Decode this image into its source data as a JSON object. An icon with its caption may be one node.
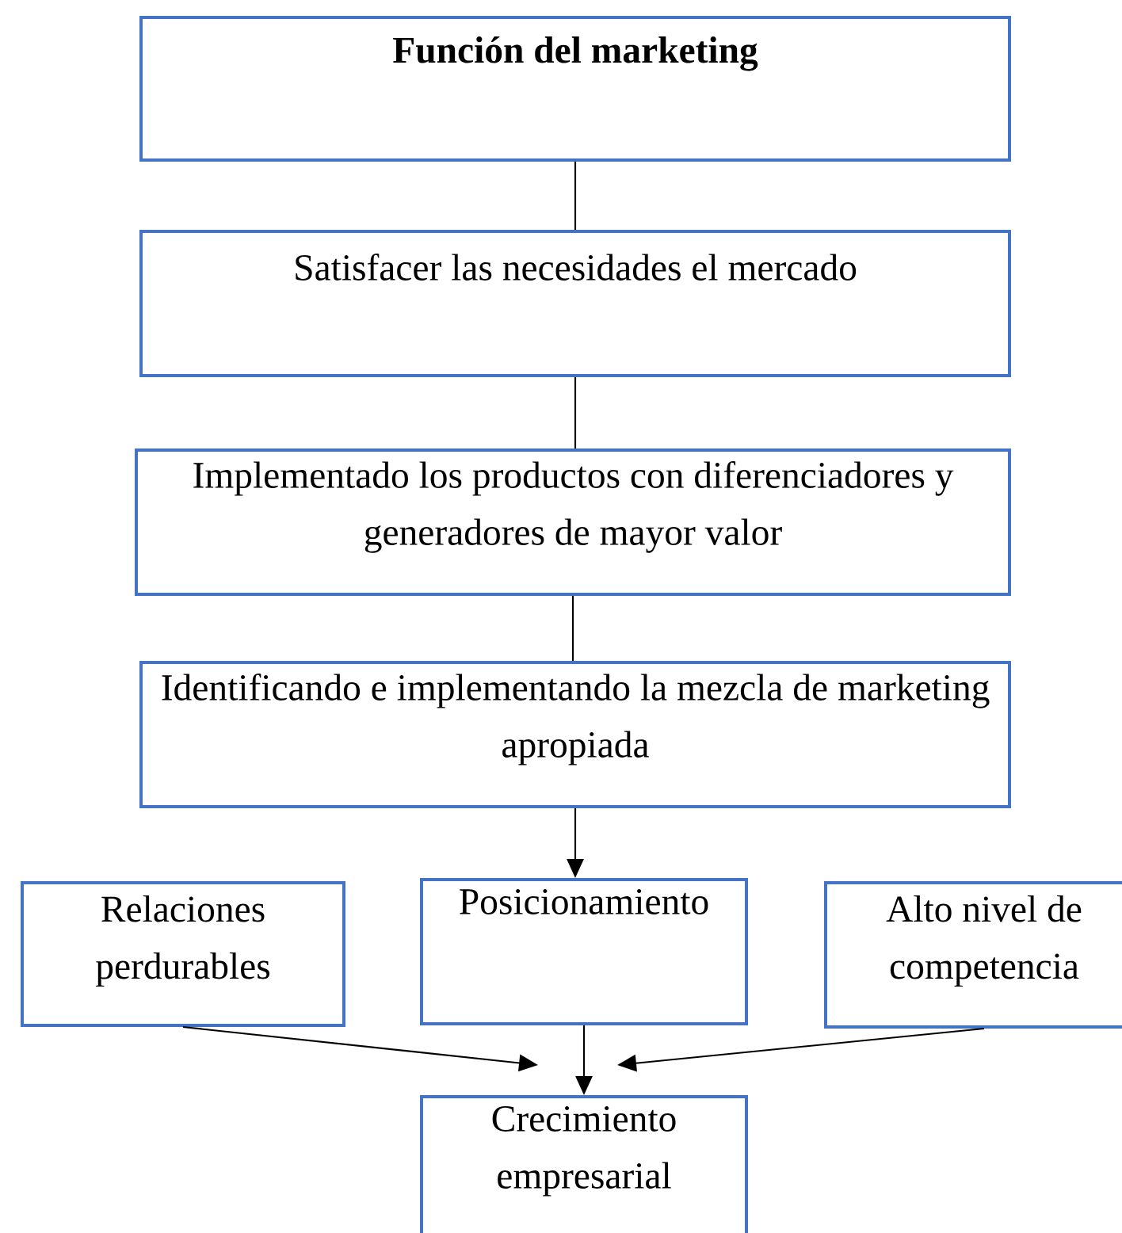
{
  "diagram": {
    "nodes": [
      {
        "text": [
          "Función del marketing"
        ]
      },
      {
        "text": [
          "Satisfacer las necesidades el mercado"
        ]
      },
      {
        "text": [
          "Implementado los productos con diferenciadores y generadores de mayor valor"
        ]
      },
      {
        "text": [
          "Identificando e implementando la mezcla de marketing apropiada"
        ]
      },
      {
        "text": [
          "Relaciones perdurables"
        ]
      },
      {
        "text": [
          "Posicionamiento"
        ]
      },
      {
        "text": [
          "Alto nivel de competencia"
        ]
      },
      {
        "text": [
          "Crecimiento empresarial"
        ]
      }
    ],
    "edges": [
      {
        "from": 0,
        "to": 1,
        "arrow": "none"
      },
      {
        "from": 1,
        "to": 2,
        "arrow": "none"
      },
      {
        "from": 2,
        "to": 3,
        "arrow": "none"
      },
      {
        "from": 3,
        "to": 5,
        "arrow": "to"
      },
      {
        "from": 4,
        "to": 7,
        "arrow": "to"
      },
      {
        "from": 5,
        "to": 7,
        "arrow": "to"
      },
      {
        "from": 6,
        "to": 7,
        "arrow": "to"
      }
    ]
  }
}
